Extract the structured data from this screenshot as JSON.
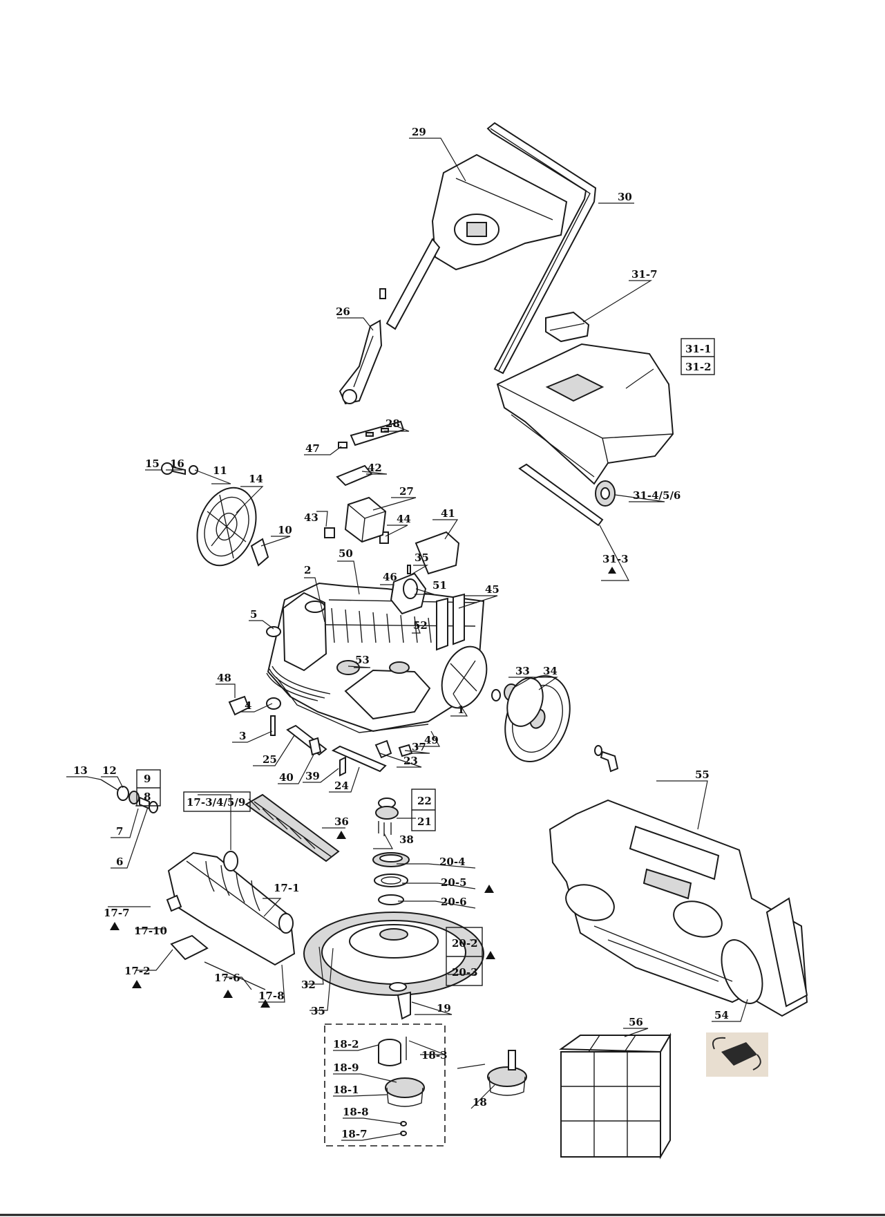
{
  "callouts": {
    "c29": "29",
    "c30": "30",
    "c26": "26",
    "c31_7": "31-7",
    "c31_1": "31-1",
    "c31_2": "31-2",
    "c31_3": "31-3",
    "c31_456": "31-4/5/6",
    "c28": "28",
    "c47": "47",
    "c42": "42",
    "c27": "27",
    "c43": "43",
    "c44": "44",
    "c41": "41",
    "c15": "15",
    "c16": "16",
    "c11": "11",
    "c14": "14",
    "c10": "10",
    "c50": "50",
    "c35a": "35",
    "c46": "46",
    "c51": "51",
    "c2": "2",
    "c45": "45",
    "c52": "52",
    "c5": "5",
    "c53": "53",
    "c33": "33",
    "c34": "34",
    "c48": "48",
    "c4": "4",
    "c1": "1",
    "c49": "49",
    "c3": "3",
    "c37": "37",
    "c25": "25",
    "c23": "23",
    "c40": "40",
    "c39": "39",
    "c24": "24",
    "c13": "13",
    "c12": "12",
    "c9": "9",
    "c8": "8",
    "c22": "22",
    "c21": "21",
    "c7": "7",
    "c6": "6",
    "c38": "38",
    "c17_3459": "17-3/4/5/9",
    "c36": "36",
    "c55": "55",
    "c20_4": "20-4",
    "c20_5": "20-5",
    "c20_6": "20-6",
    "c17_7": "17-7",
    "c17_1": "17-1",
    "c17_10": "17-10",
    "c20_2": "20-2",
    "c20_3": "20-3",
    "c17_2": "17-2",
    "c17_6": "17-6",
    "c32": "32",
    "c17_8": "17-8",
    "c35b": "35",
    "c19": "19",
    "c18_2": "18-2",
    "c18_3": "18-3",
    "c18_9": "18-9",
    "c18_1": "18-1",
    "c18": "18",
    "c18_8": "18-8",
    "c18_7": "18-7",
    "c56": "56",
    "c54": "54"
  },
  "colors": {
    "ink": "#111111",
    "paper": "#ffffff",
    "shade": "#d8d8d8"
  },
  "icons": {
    "warning_marker": "black-triangle"
  }
}
